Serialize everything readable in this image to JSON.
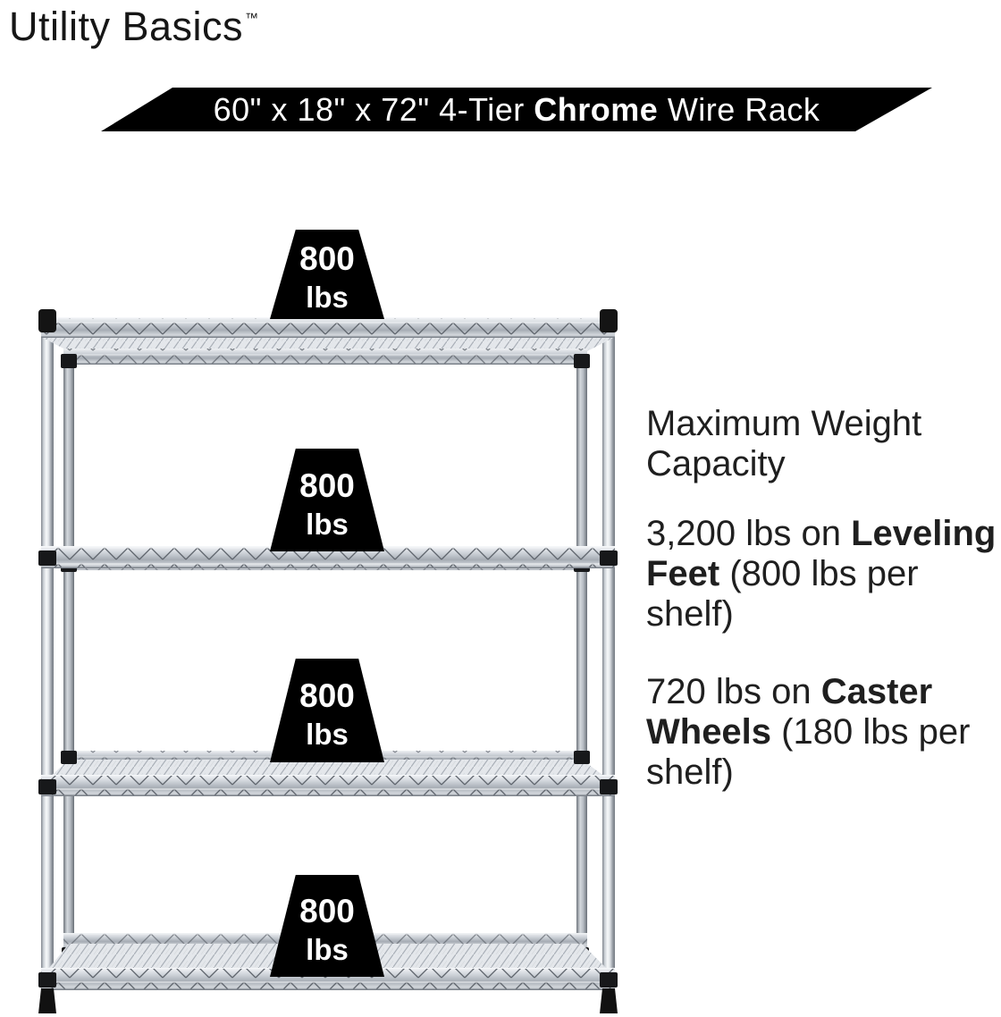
{
  "brand": {
    "name": "Utility Basics",
    "trademark": "™"
  },
  "banner": {
    "prefix": "60\" x 18\" x 72\" 4-Tier ",
    "highlight": "Chrome",
    "suffix": " Wire Rack"
  },
  "shelf_capacity_tags": [
    {
      "value": "800",
      "unit": "lbs"
    },
    {
      "value": "800",
      "unit": "lbs"
    },
    {
      "value": "800",
      "unit": "lbs"
    },
    {
      "value": "800",
      "unit": "lbs"
    }
  ],
  "info": {
    "heading": "Maximum Weight Capacity",
    "leveling": {
      "pre": "3,200 lbs on ",
      "bold": "Leveling Feet",
      "post": " (800 lbs per shelf)"
    },
    "caster": {
      "pre": "720 lbs on ",
      "bold": "Caster Wheels",
      "post": " (180 lbs per shelf)"
    }
  },
  "colors": {
    "banner_bg": "#000000",
    "weight_tag_bg": "#000000",
    "text": "#1f1f1f",
    "chrome_light": "#f4f6f8",
    "chrome_mid": "#c7ccd3",
    "chrome_dark": "#81878f"
  }
}
